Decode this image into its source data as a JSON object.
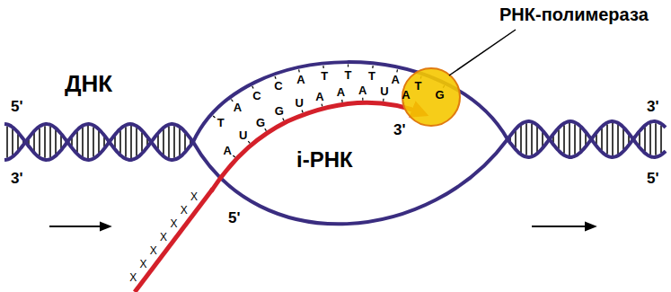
{
  "diagram": {
    "labels": [
      "ДНК",
      "5'",
      "3'",
      "3'",
      "5'",
      "РНК-полимераза",
      "i-РНК",
      "5'",
      "3'",
      "T",
      "A",
      "C",
      "C",
      "A",
      "T",
      "T",
      "T",
      "A",
      "T",
      "G",
      "A",
      "U",
      "G",
      "G",
      "U",
      "A",
      "A",
      "A",
      "U",
      "A",
      "X",
      "X",
      "X",
      "X",
      "X",
      "X",
      "X"
    ]
  }
}
